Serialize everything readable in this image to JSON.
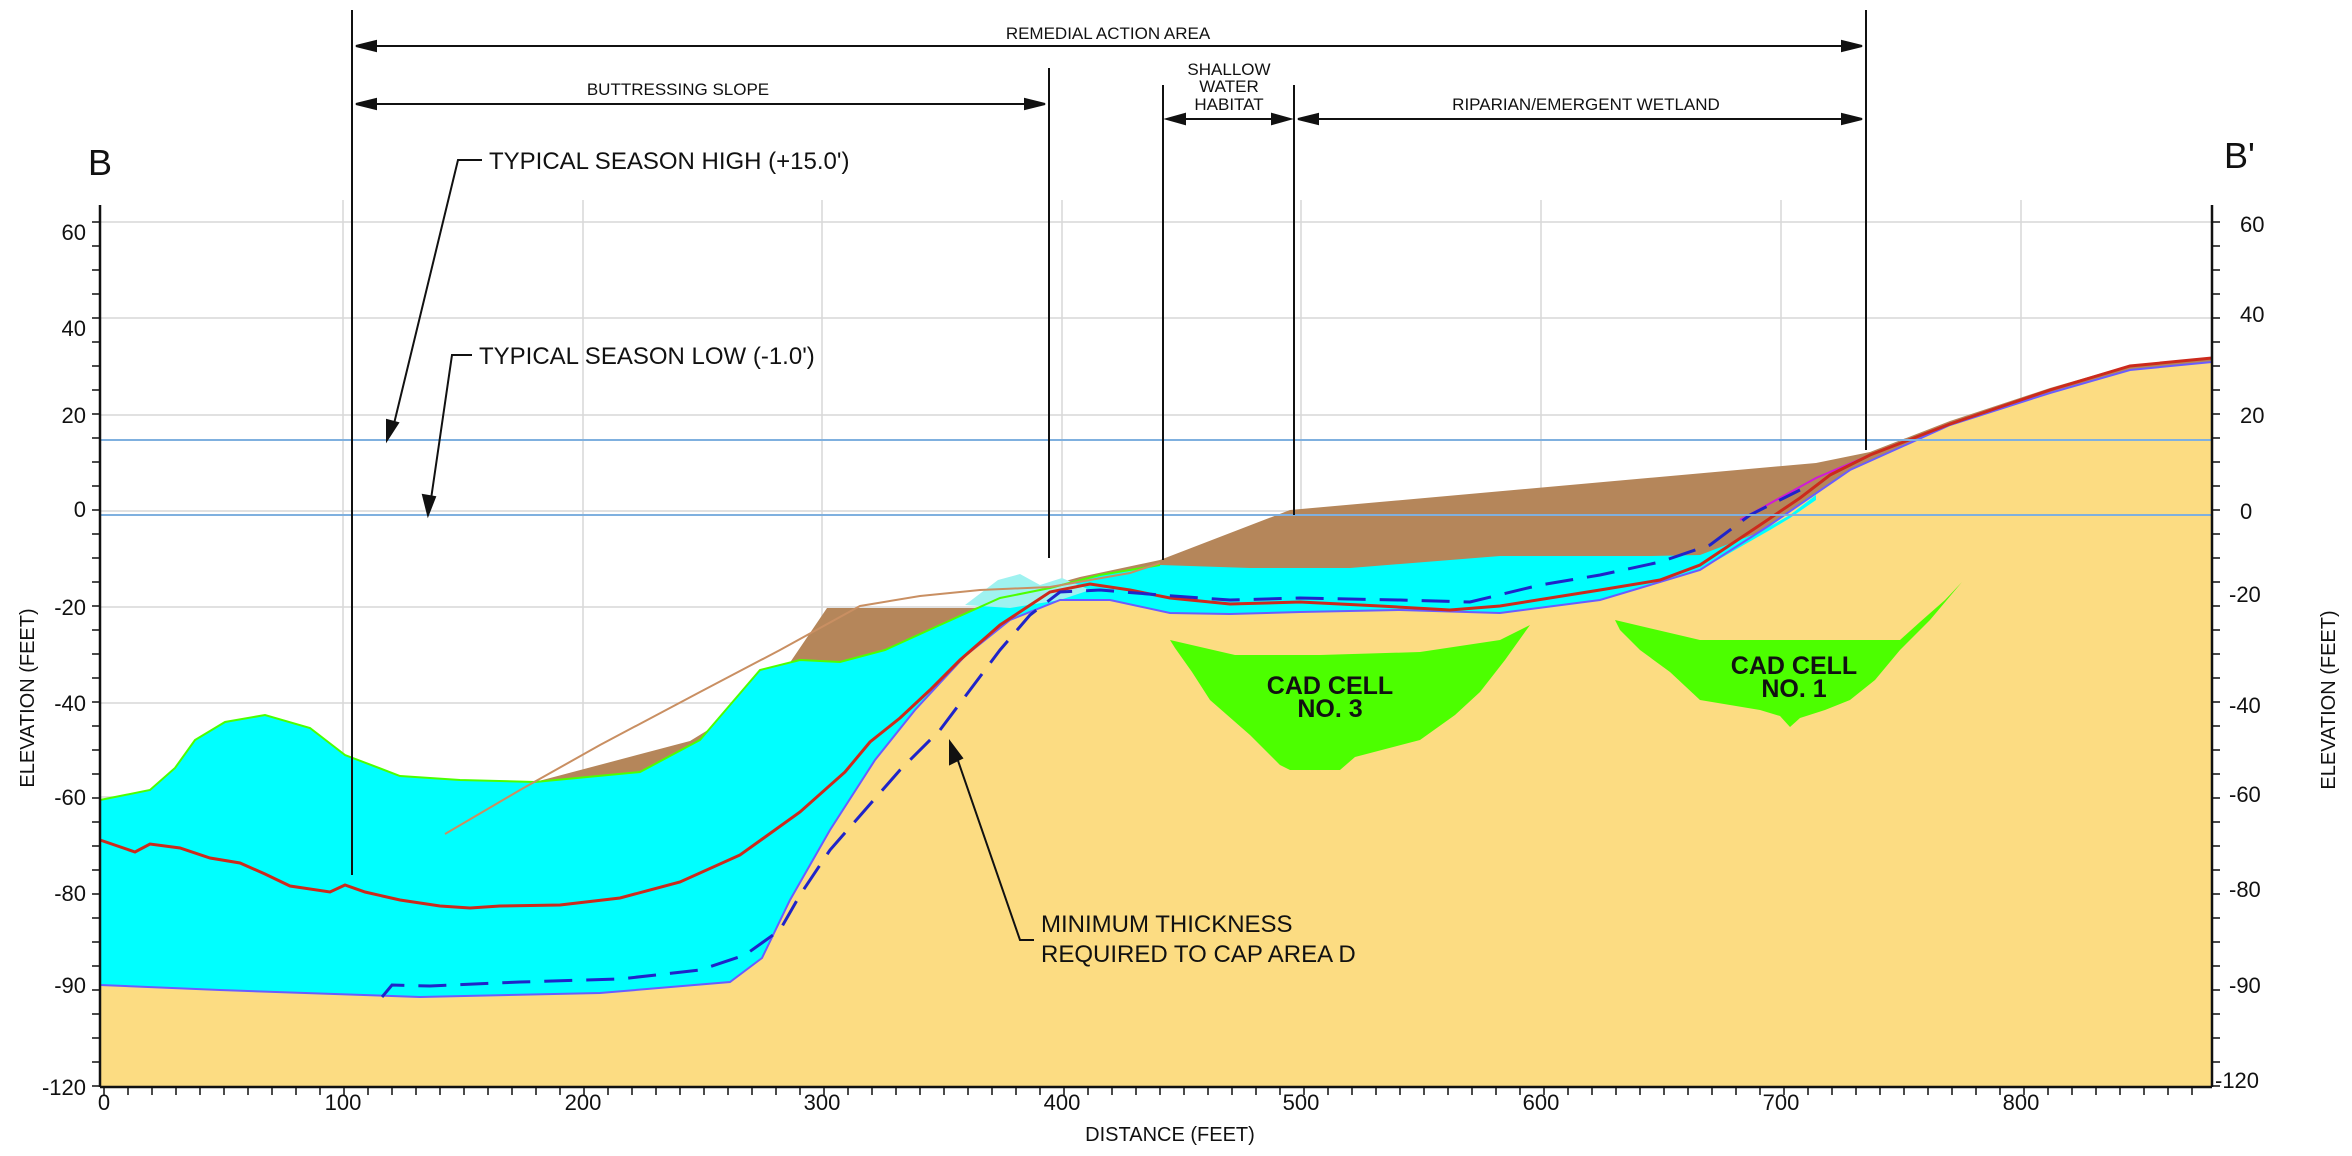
{
  "diagram": {
    "section_start": "B",
    "section_end": "B'",
    "zones": {
      "remedial": "REMEDIAL ACTION AREA",
      "buttressing": "BUTTRESSING SLOPE",
      "shallow_1": "SHALLOW",
      "shallow_2": "WATER",
      "shallow_3": "HABITAT",
      "riparian": "RIPARIAN/EMERGENT WETLAND"
    },
    "callouts": {
      "season_high": "TYPICAL SEASON HIGH (+15.0')",
      "season_low": "TYPICAL SEASON LOW (-1.0')",
      "min_thickness_1": "MINIMUM THICKNESS",
      "min_thickness_2": "REQUIRED TO CAP AREA D"
    },
    "cells": [
      {
        "line1": "CAD CELL",
        "line2": "NO. 3"
      },
      {
        "line1": "CAD CELL",
        "line2": "NO. 1"
      }
    ],
    "x_axis": {
      "label": "DISTANCE (FEET)",
      "ticks": [
        "0",
        "100",
        "200",
        "300",
        "400",
        "500",
        "600",
        "700",
        "800"
      ]
    },
    "y_axis": {
      "label_left": "ELEVATION (FEET)",
      "label_right": "ELEVATION (FEET)",
      "ticks": [
        "60",
        "40",
        "20",
        "0",
        "-20",
        "-40",
        "-60",
        "-80",
        "-90",
        "-120"
      ]
    },
    "colors": {
      "water": "#00ffff",
      "cap_fill": "#b5865a",
      "sediment": "#fcdc82",
      "bedrock": "#ff8000",
      "cad_cell": "#4cff00",
      "sediment_line": "#cc2a1c",
      "thickness_line": "#1f24c9",
      "grid": "#d7d7d7",
      "water_level": "#7fb0df"
    }
  }
}
